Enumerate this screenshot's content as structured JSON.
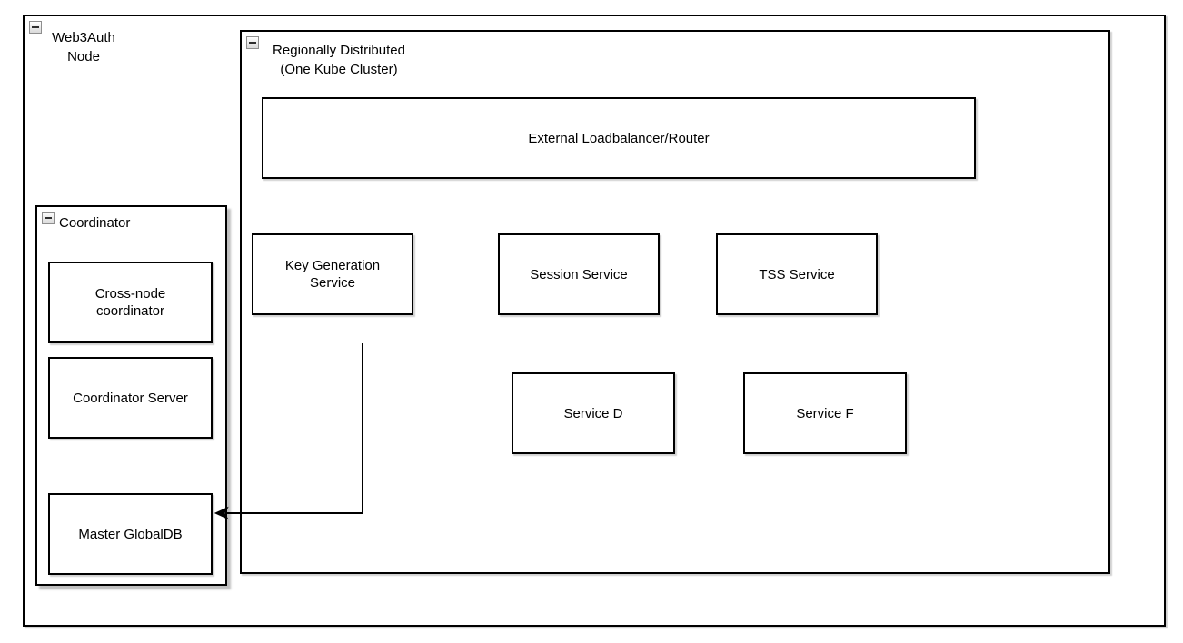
{
  "diagram": {
    "web3auth_node": {
      "label_line1": "Web3Auth",
      "label_line2": "Node"
    },
    "region": {
      "label_line1": "Regionally Distributed",
      "label_line2": "(One Kube Cluster)"
    },
    "loadbalancer": {
      "label": "External Loadbalancer/Router"
    },
    "stacks": [
      {
        "label": "Key Generation Service",
        "replicas_shown": 3
      },
      {
        "label": "Session Service",
        "replicas_shown": 3
      },
      {
        "label": "TSS Service",
        "replicas_shown": 3
      }
    ],
    "services": [
      {
        "label": "Service D"
      },
      {
        "label": "Service F"
      }
    ],
    "coordinator": {
      "label": "Coordinator",
      "children": [
        {
          "label": "Cross-node coordinator"
        },
        {
          "label": "Coordinator Server"
        },
        {
          "label": "Master GlobalDB"
        }
      ]
    },
    "edges": [
      {
        "from": "Key Generation Service",
        "to": "Master GlobalDB",
        "style": "orthogonal",
        "arrowhead": "classic-left"
      }
    ],
    "colors": {
      "stroke": "#000000",
      "fill": "#ffffff",
      "collapse_icon_border": "#8e8e8e",
      "shadow": "#bfbfbf"
    }
  }
}
